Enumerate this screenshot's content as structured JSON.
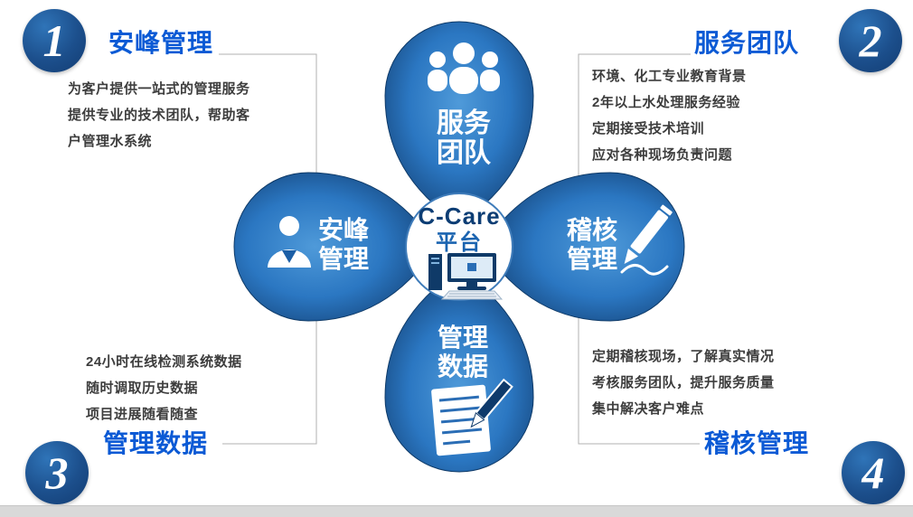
{
  "diagram": {
    "center": {
      "title": "C-Care",
      "subtitle": "平台",
      "icon": "desktop-computer-icon"
    },
    "petals": {
      "top": {
        "line1": "服务",
        "line2": "团队",
        "icon": "team-people-icon"
      },
      "left": {
        "line1": "安峰",
        "line2": "管理",
        "icon": "manager-person-icon"
      },
      "right": {
        "line1": "稽核",
        "line2": "管理",
        "icon": "pencil-icon"
      },
      "bottom": {
        "line1": "管理",
        "line2": "数据",
        "icon": "document-pen-icon"
      }
    }
  },
  "sections": {
    "s1": {
      "number": "1",
      "heading": "安峰管理",
      "lines": [
        "为客户提供一站式的管理服务",
        "提供专业的技术团队，帮助客",
        "户管理水系统"
      ]
    },
    "s2": {
      "number": "2",
      "heading": "服务团队",
      "lines": [
        "环境、化工专业教育背景",
        "2年以上水处理服务经验",
        "定期接受技术培训",
        "应对各种现场负责问题"
      ]
    },
    "s3": {
      "number": "3",
      "heading": "管理数据",
      "lines": [
        "24小时在线检测系统数据",
        "随时调取历史数据",
        "项目进展随看随查"
      ]
    },
    "s4": {
      "number": "4",
      "heading": "稽核管理",
      "lines": [
        "定期稽核现场，了解真实情况",
        "考核服务团队，提升服务质量",
        "集中解决客户难点"
      ]
    }
  },
  "colors": {
    "heading_blue": "#0b5ad5",
    "petal_light": "#4f9ad9",
    "petal_mid": "#2b77c2",
    "petal_dark": "#113b6c",
    "badge_blue": "#1c4f8c",
    "body_text": "#3d3d3d",
    "footer_gray": "#d9d9d9"
  }
}
